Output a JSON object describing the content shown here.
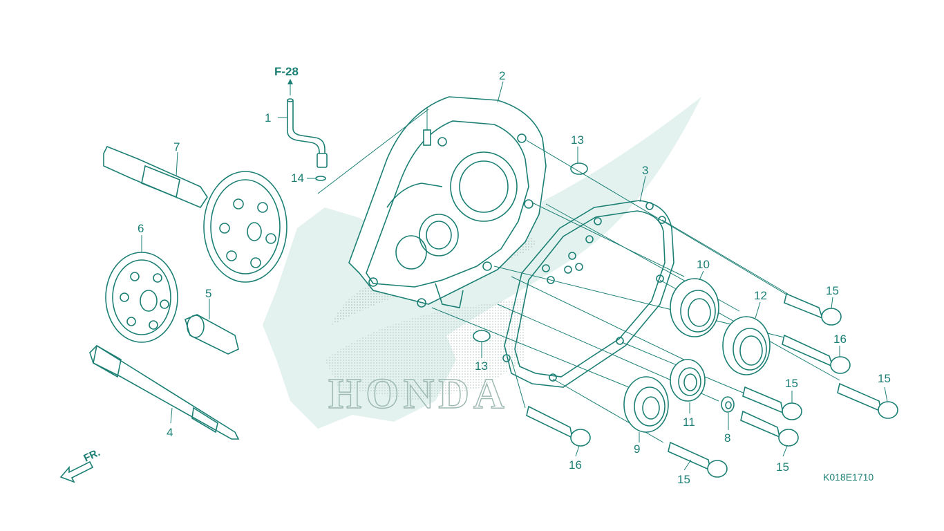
{
  "diagram": {
    "ref_label": "F-28",
    "direction_label": "FR.",
    "drawing_code": "K018E1710",
    "watermark_text": "HONDA",
    "colors": {
      "line": "#1b7f74",
      "watermark": "#dcefe9",
      "watermark_dots": "#b5c7c3",
      "background": "#ffffff"
    },
    "callouts": [
      "1",
      "2",
      "3",
      "4",
      "5",
      "6",
      "7",
      "8",
      "9",
      "10",
      "11",
      "12",
      "13",
      "13",
      "14",
      "15",
      "15",
      "15",
      "15",
      "15",
      "16",
      "16"
    ]
  }
}
